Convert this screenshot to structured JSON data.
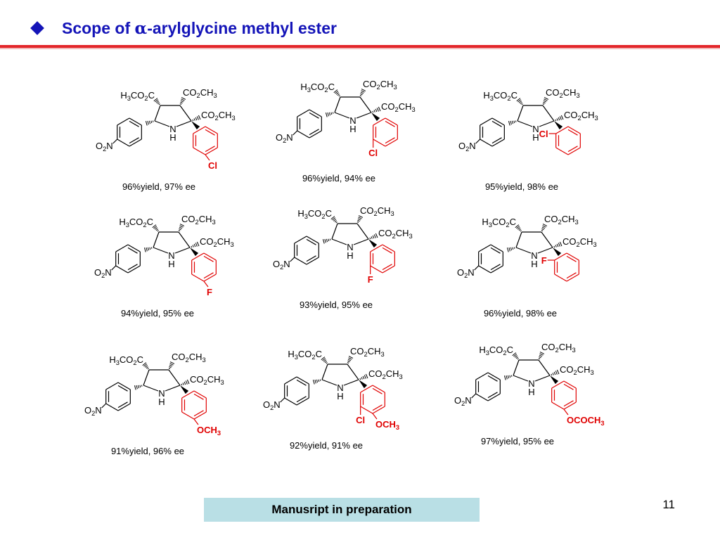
{
  "slide": {
    "title_prefix": "Scope of ",
    "title_alpha": "α",
    "title_suffix": "-arylglycine methyl ester",
    "page_number": "11",
    "footer": "Manusript in preparation"
  },
  "colors": {
    "title": "#1414b8",
    "rule": "#e3262a",
    "highlight": "#e00000",
    "footer_bg": "#b9dfe5"
  },
  "compounds": [
    {
      "substituent": "Cl",
      "position": "para",
      "result": "96%yield, 97% ee"
    },
    {
      "substituent": "Cl",
      "position": "meta",
      "result": "96%yield, 94% ee"
    },
    {
      "substituent": "Cl",
      "position": "ortho",
      "result": "95%yield, 98% ee"
    },
    {
      "substituent": "F",
      "position": "para",
      "result": "94%yield, 95% ee"
    },
    {
      "substituent": "F",
      "position": "meta",
      "result": "93%yield, 95% ee"
    },
    {
      "substituent": "F",
      "position": "ortho",
      "result": "96%yield, 98% ee"
    },
    {
      "substituent": "OCH3",
      "position": "para",
      "result": "91%yield, 96% ee"
    },
    {
      "substituent": "Cl / OCH3",
      "position": "meta,para",
      "result": "92%yield, 91% ee"
    },
    {
      "substituent": "OCOCH3",
      "position": "para",
      "result": "97%yield, 95% ee"
    }
  ]
}
